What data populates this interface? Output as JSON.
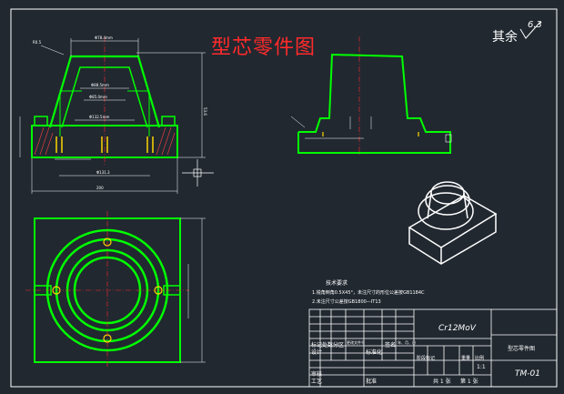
{
  "drawing": {
    "title": "型芯零件图",
    "roughness_label": "其余",
    "roughness_value": "6.3"
  },
  "tech_req": {
    "heading": "技术要求",
    "line1": "1.锐角倒角0.5X45°，未注尺寸的形位公差按GB1184C",
    "line2": "2.未注尺寸公差按GB1800—IT13"
  },
  "title_block": {
    "material": "Cr12MoV",
    "part_name": "型芯零件图",
    "drawing_no": "TM-01",
    "scale": "1:1",
    "sheets": "共 1 张",
    "sheet_no": "第 1 张",
    "headers": [
      "标记",
      "处数",
      "分区",
      "更改文件号",
      "签名",
      "年、月、日"
    ],
    "row_labels": [
      "设计",
      "审核",
      "工艺",
      "批准"
    ],
    "stage_labels": [
      "阶段标记",
      "重量",
      "比例"
    ],
    "std_label": "标准化"
  },
  "dimensions": {
    "top_dia": "Φ78.4mm",
    "width_total": "200",
    "d_bottom": "Φ131.3",
    "height_right": "53.6"
  },
  "colors": {
    "background": "#212830",
    "outline": "#00ff00",
    "line": "#ffffff",
    "section": "#ffd700",
    "hatch": "#ff4040",
    "title": "#ff2a2a"
  }
}
